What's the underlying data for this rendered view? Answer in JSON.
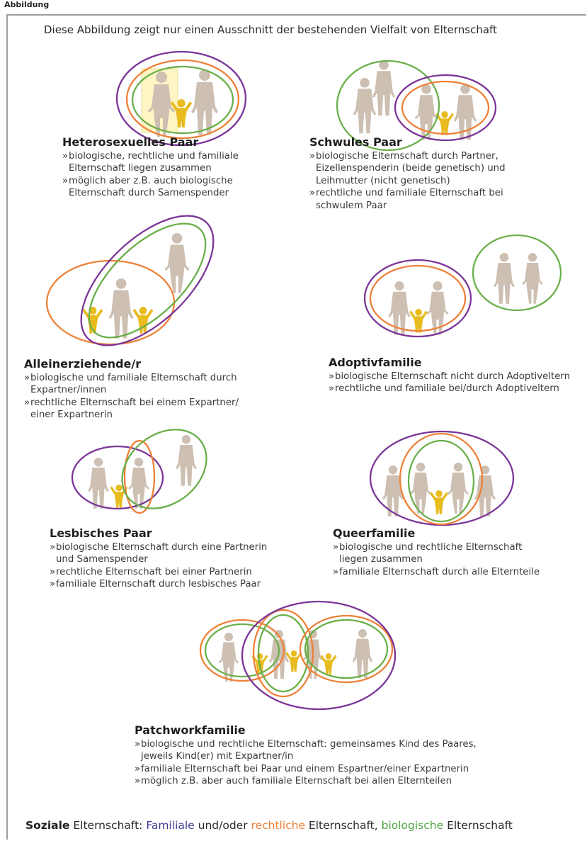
{
  "header": {
    "label": "Abbildung"
  },
  "intro": "Diese Abbildung zeigt nur einen Ausschnitt der bestehenden Vielfalt von Elternschaft",
  "colors": {
    "familial": "#7b3598",
    "legal": "#ee8138",
    "biological": "#6aaf4a",
    "person": "#cdbfb2",
    "child": "#e8bb1f",
    "highlight": "#fdf5c3"
  },
  "blocks": [
    {
      "title": "Heterosexuelles Paar",
      "bullets": [
        [
          "biologische, rechtliche und familiale",
          "Elternschaft liegen zusammen"
        ],
        [
          "möglich aber z.B. auch biologische",
          "Elternschaft durch Samenspender"
        ]
      ]
    },
    {
      "title": "Schwules Paar",
      "bullets": [
        [
          "biologische Elternschaft durch Partner,",
          "Eizellenspenderin (beide genetisch) und",
          "Leihmutter (nicht genetisch)"
        ],
        [
          "rechtliche und familiale Elternschaft bei",
          "schwulem Paar"
        ]
      ]
    },
    {
      "title": "Alleinerziehende/r",
      "bullets": [
        [
          "biologische und familiale Elternschaft durch",
          "Expartner/innen"
        ],
        [
          "rechtliche Elternschaft bei einem Expartner/",
          "einer Expartnerin"
        ]
      ]
    },
    {
      "title": "Adoptivfamilie",
      "bullets": [
        [
          "biologische Elternschaft nicht durch Adoptiveltern"
        ],
        [
          "rechtliche und familiale bei/durch Adoptiveltern"
        ]
      ]
    },
    {
      "title": "Lesbisches Paar",
      "bullets": [
        [
          "biologische Elternschaft durch eine Partnerin",
          "und Samenspender"
        ],
        [
          "rechtliche Elternschaft bei einer Partnerin"
        ],
        [
          "familiale Elternschaft durch lesbisches Paar"
        ]
      ]
    },
    {
      "title": "Queerfamilie",
      "bullets": [
        [
          "biologische und rechtliche Elternschaft",
          "liegen zusammen"
        ],
        [
          "familiale Elternschaft durch alle Elternteile"
        ]
      ]
    },
    {
      "title": "Patchworkfamilie",
      "bullets": [
        [
          "biologische und rechtliche Elternschaft: gemeinsames Kind des Paares,",
          "jeweils Kind(er) mit Expartner/in"
        ],
        [
          "familiale Elternschaft bei Paar und einem Espartner/einer Expartnerin"
        ],
        [
          "möglich z.B. aber auch familiale Elternschaft bei allen Elternteilen"
        ]
      ]
    }
  ],
  "bullet_mark": "»",
  "footer": {
    "soziale": "Soziale",
    "t1": " Elternschaft: ",
    "familiale": "Familiale",
    "t2": " und/oder ",
    "rechtliche": "rechtliche",
    "t3": " Elternschaft, ",
    "biologische": "biologische",
    "t4": " Elternschaft"
  }
}
